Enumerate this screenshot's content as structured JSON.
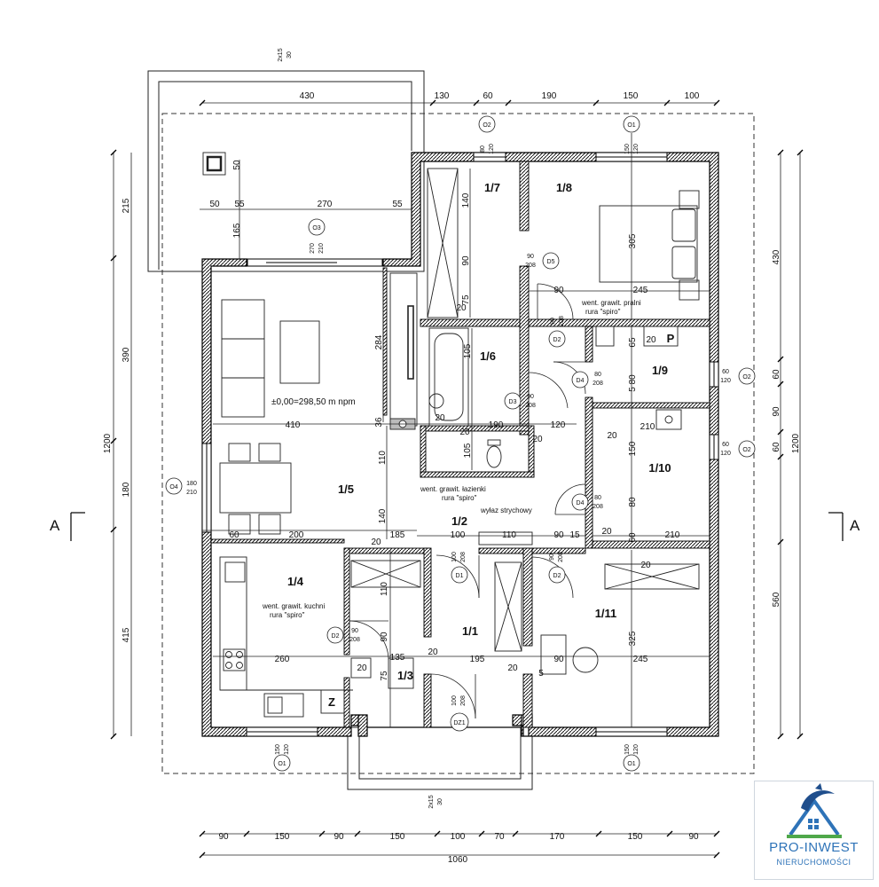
{
  "rooms": [
    "1/1",
    "1/2",
    "1/3",
    "1/4",
    "1/5",
    "1/6",
    "1/7",
    "1/8",
    "1/9",
    "1/10",
    "1/11"
  ],
  "rooms_extra": {
    "z": "Z",
    "p": "P"
  },
  "dims_top": {
    "d1": "430",
    "d2": "130",
    "d3": "60",
    "d4": "190",
    "d5": "150",
    "d6": "100"
  },
  "dims_bottom": {
    "d1": "90",
    "d2": "150",
    "d3": "90",
    "d4": "150",
    "d5": "100",
    "d6": "70",
    "d7": "170",
    "d8": "150",
    "d9": "90",
    "total": "1060"
  },
  "dims_left": {
    "d1": "215",
    "d2": "390",
    "d3": "1200",
    "d4": "180",
    "d5": "415"
  },
  "dims_right": {
    "d1": "430",
    "d2": "60",
    "d3": "90",
    "d4": "60",
    "d5": "1200",
    "d6": "560"
  },
  "dims_inner": {
    "v140": "140",
    "v90a": "90",
    "v75a": "75",
    "v305": "305",
    "v284": "284",
    "v105a": "105",
    "v105b": "105",
    "v65": "65",
    "v580": "5 80",
    "v150a": "150",
    "v80a": "80",
    "v60a": "60",
    "v110a": "110",
    "v140b": "140",
    "v110b": "110",
    "v90b": "90",
    "v75b": "75",
    "v325": "325",
    "v165": "165",
    "v36": "36",
    "h50a": "50",
    "h55a": "55",
    "h270": "270",
    "h55b": "55",
    "h50b": "50",
    "h90a": "90",
    "h245a": "245",
    "h410": "410",
    "h20a": "20",
    "h190": "190",
    "h120": "120",
    "h20b": "20",
    "h210a": "210",
    "h20c": "20",
    "h60": "60",
    "h200": "200",
    "h20d": "20",
    "h185": "185",
    "h100": "100",
    "h110": "110",
    "h90b": "90",
    "h15": "15",
    "h20e": "20",
    "h210b": "210",
    "h260": "260",
    "h20f": "20",
    "h135": "135",
    "h20g": "20",
    "h195": "195",
    "h20h": "20",
    "h90c": "90",
    "h245b": "245",
    "h20i": "20",
    "h20j": "20",
    "h5": "5",
    "h20k": "20",
    "h20l": "20"
  },
  "openings": {
    "o1": "O1",
    "o2": "O2",
    "o3": "O3",
    "o4": "O4",
    "d1": "D1",
    "d2": "D2",
    "d3": "D3",
    "d4": "D4",
    "d5": "D5",
    "dz1": "DZ1",
    "o1_v": "150",
    "o1_h": "120",
    "o2_v": "60",
    "o2_h": "120",
    "o2_tv": "80",
    "o2_th": "120",
    "o3_v": "270",
    "o3_h": "210",
    "o4_v": "180",
    "o4_h": "210",
    "d_100": "100",
    "d_208": "208",
    "d_90": "90",
    "d_80": "80",
    "dz1_v": "100",
    "dz1_h": "208",
    "step": "2x15",
    "step_d": "30"
  },
  "level": "±0,00=298,50 m npm",
  "notes": {
    "pralni_1": "went. grawit. pralni",
    "pralni_2": "rura \"spiro\"",
    "lazienki_1": "went. grawit. łazienki",
    "lazienki_2": "rura \"spiro\"",
    "wylaz": "wyłaz strychowy",
    "kuchni_1": "went. grawit. kuchni",
    "kuchni_2": "rura \"spiro\""
  },
  "section": {
    "left": "A",
    "right": "A"
  },
  "logo": {
    "name": "PRO-INWEST",
    "sub": "NIERUCHOMOŚCI"
  }
}
